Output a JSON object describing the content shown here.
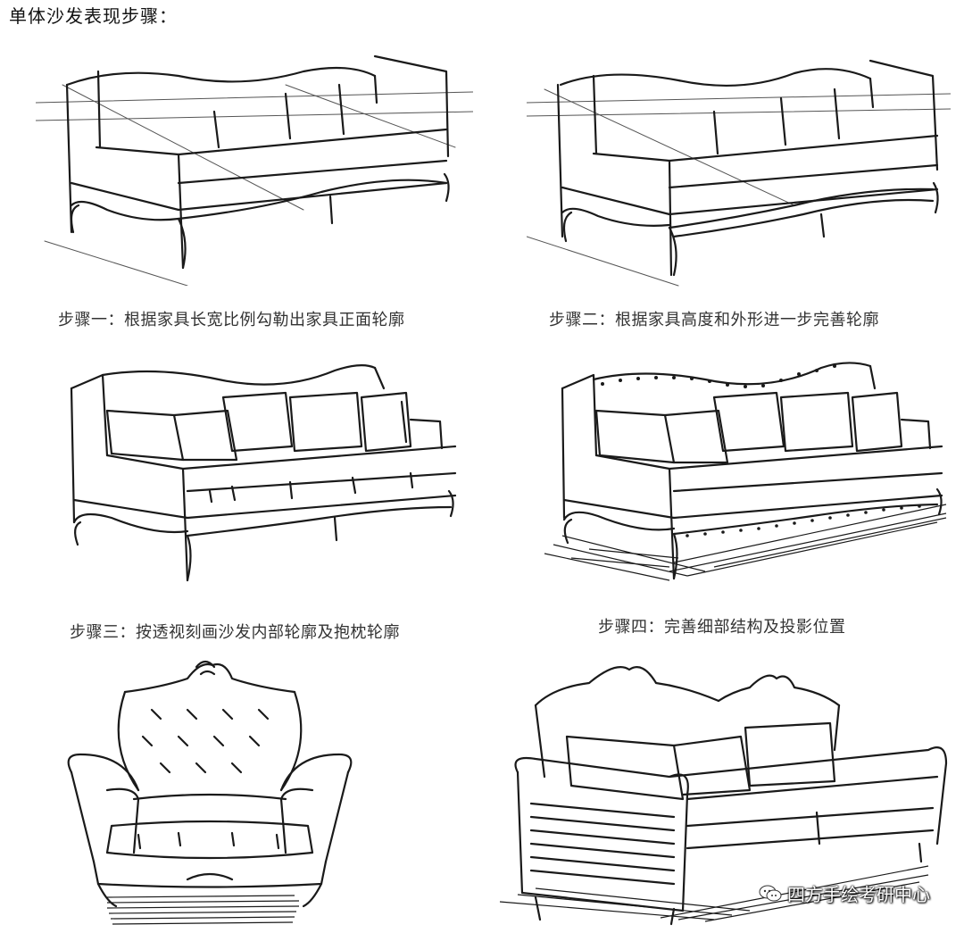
{
  "title": "单体沙发表现步骤：",
  "captions": {
    "step1": "步骤一：根据家具长宽比例勾勒出家具正面轮廓",
    "step2": "步骤二：根据家具高度和外形进一步完善轮廓",
    "step3": "步骤三：按透视刻画沙发内部轮廓及抱枕轮廓",
    "step4": "步骤四：完善细部结构及投影位置"
  },
  "watermark": {
    "icon": "wechat-icon",
    "text": "四方手绘考研中心"
  }
}
